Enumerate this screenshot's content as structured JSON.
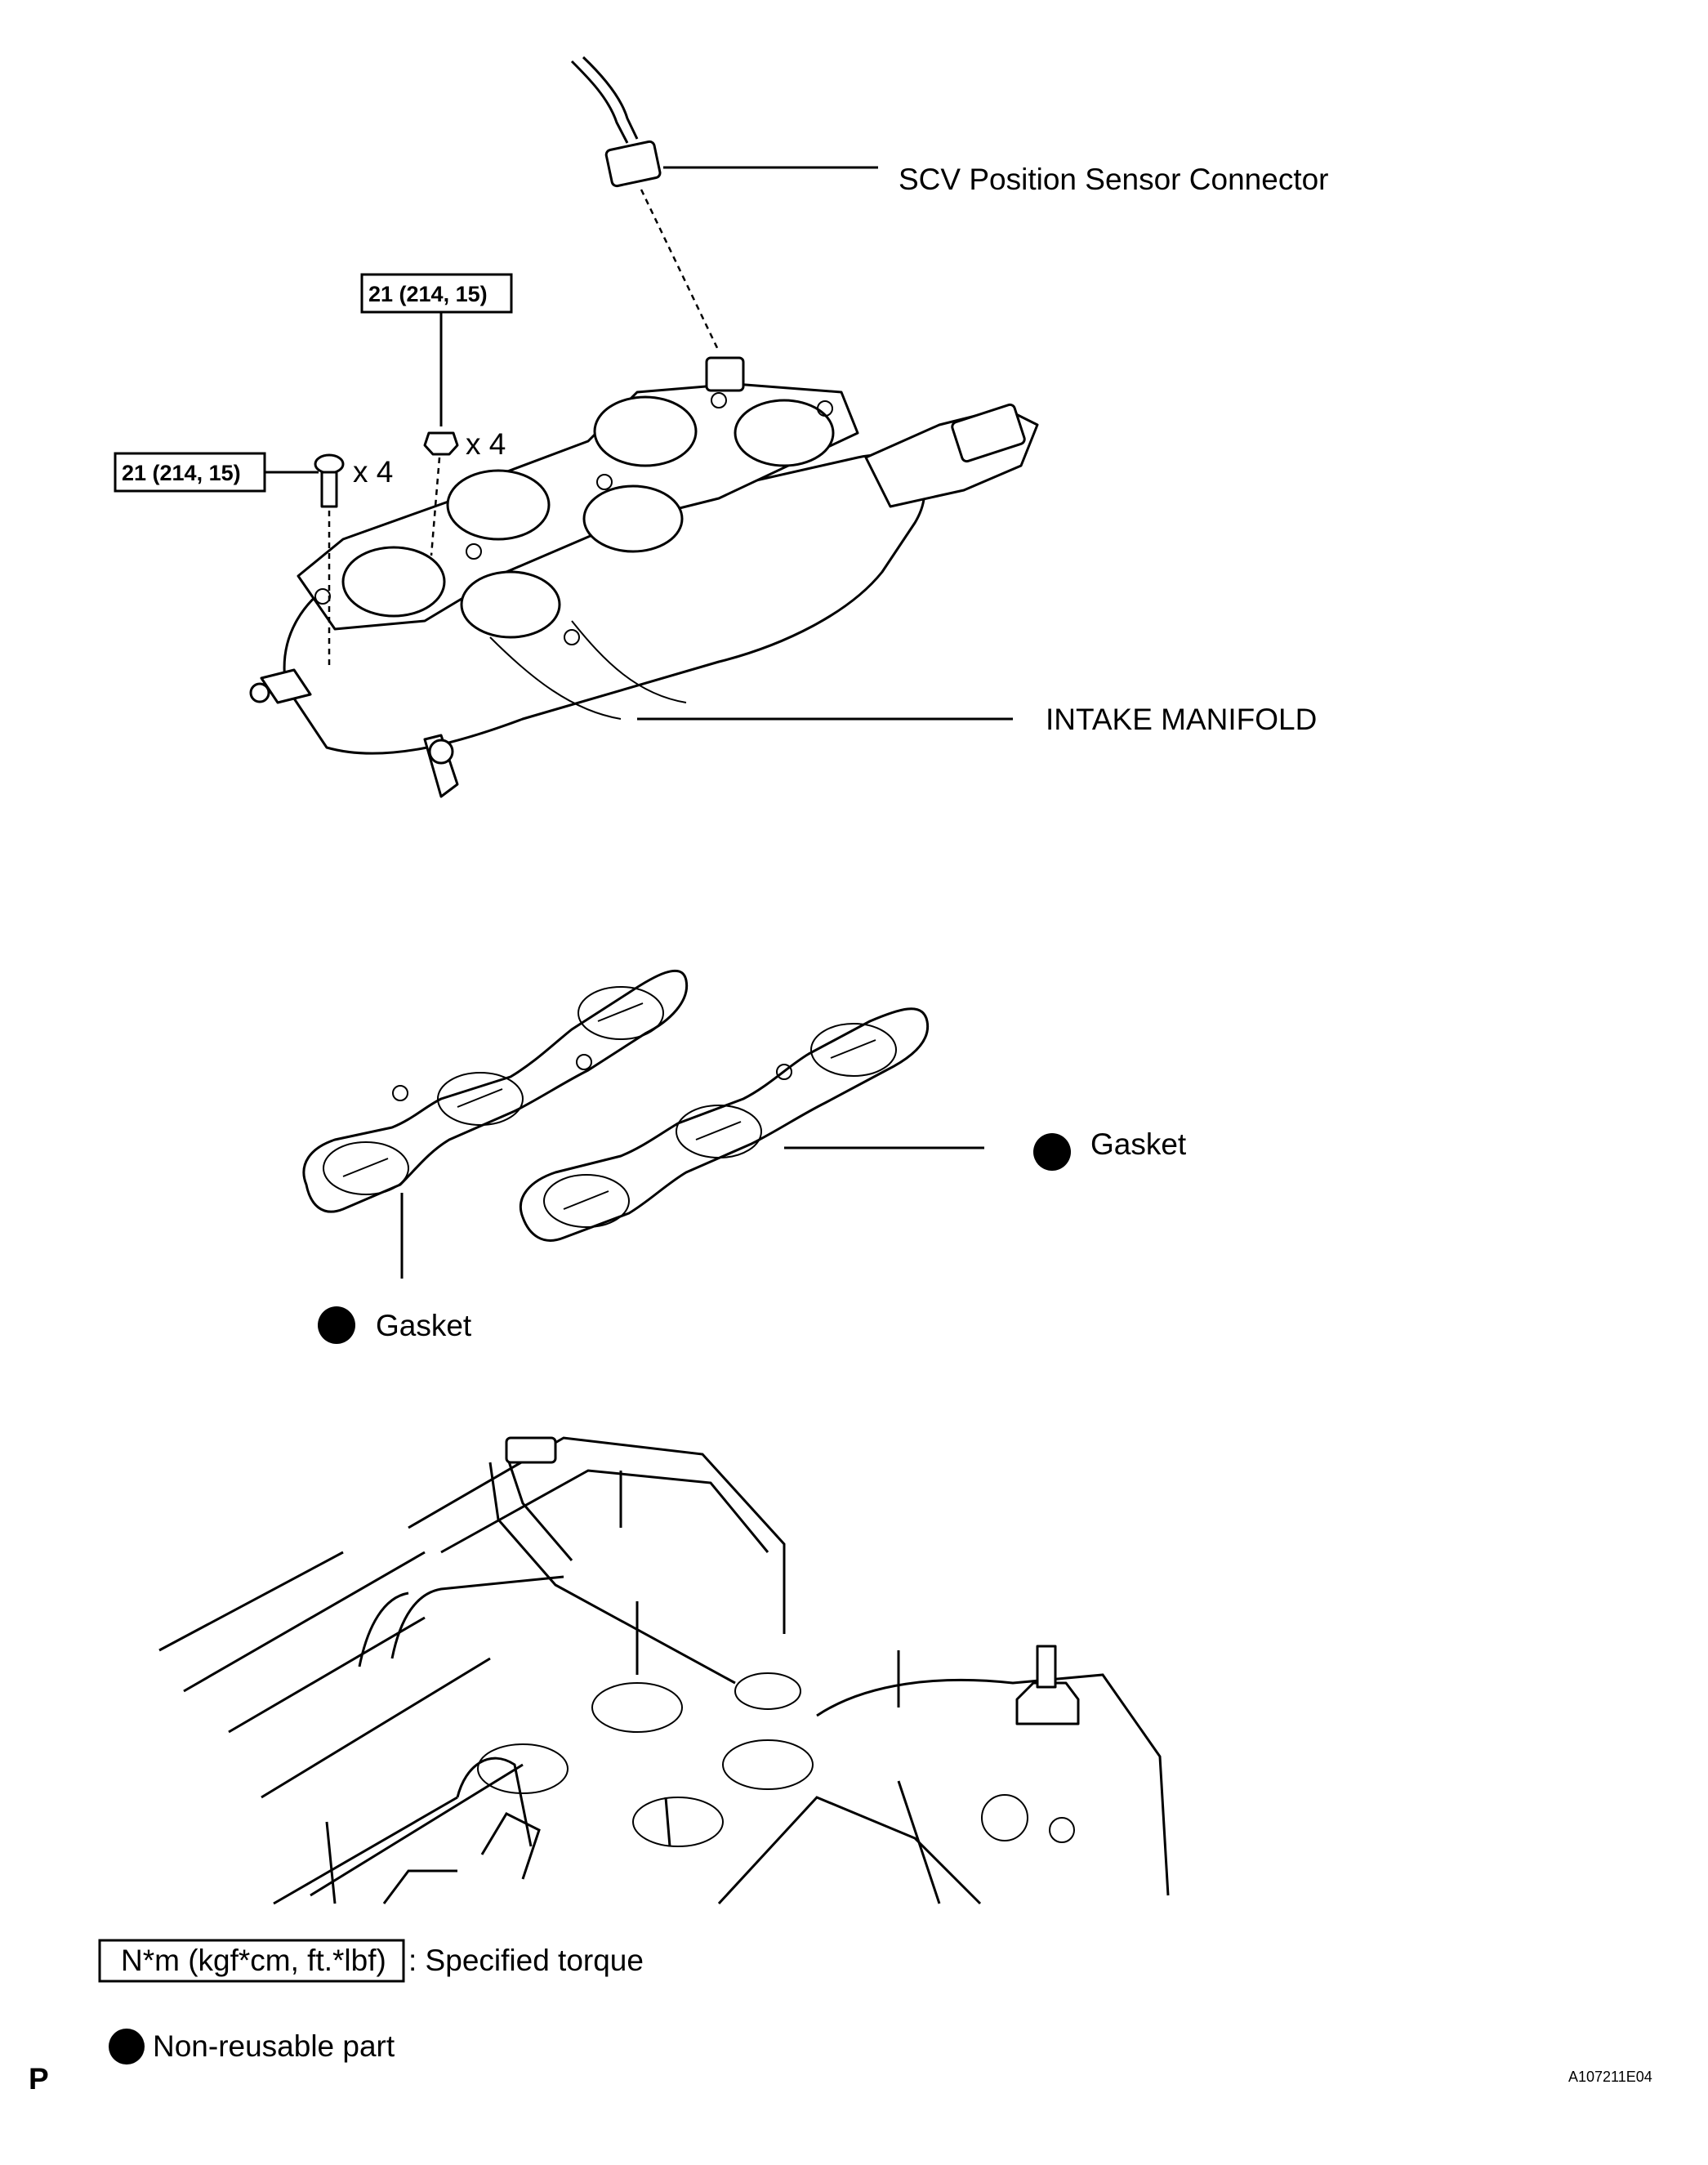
{
  "labels": {
    "scv_connector": "SCV Position Sensor Connector",
    "intake_manifold": "INTAKE MANIFOLD",
    "gasket_right": "Gasket",
    "gasket_left": "Gasket",
    "torque_nut": "21 (214, 15)",
    "torque_bolt": "21 (214, 15)",
    "qty_nut": "x 4",
    "qty_bolt": "x 4"
  },
  "legend": {
    "torque_box": "N*m (kgf*cm, ft.*lbf)",
    "torque_text": ": Specified torque",
    "nonreusable_text": "Non-reusable part"
  },
  "footer": {
    "left_code": "P",
    "figure_id": "A107211E04"
  }
}
